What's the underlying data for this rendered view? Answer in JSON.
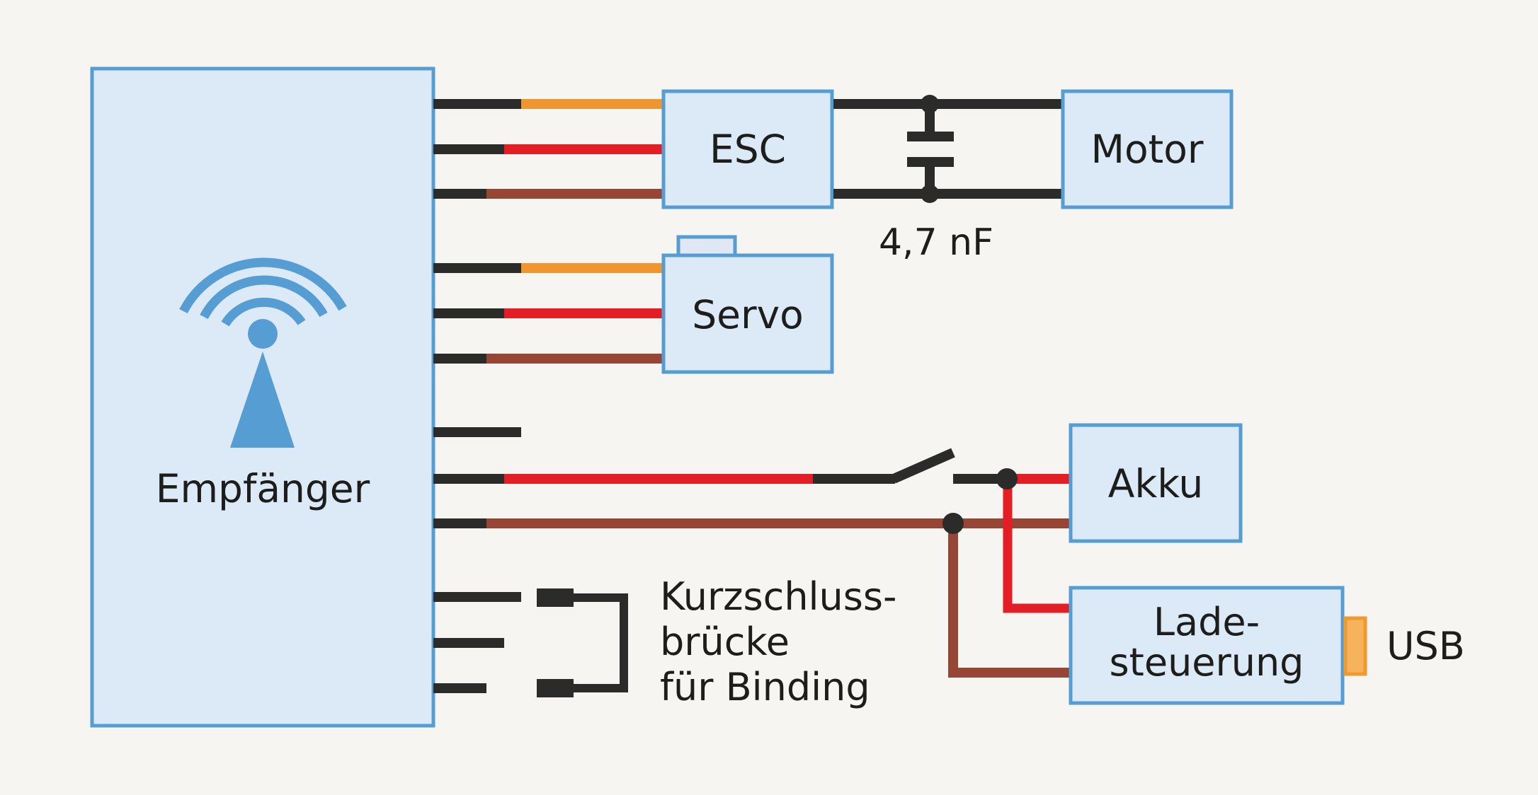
{
  "colors": {
    "background": "#f6f5f1",
    "box_fill": "#dceaf7",
    "box_stroke": "#559dd2",
    "wire_black": "#2b2b29",
    "wire_signal": "#f0962e",
    "wire_plus": "#e31e24",
    "wire_minus": "#974635",
    "usb_fill": "#f6b35c",
    "usb_stroke": "#f09a2e",
    "icon": "#559dd2",
    "text": "#1d1d1b"
  },
  "receiver": {
    "label": "Empfänger",
    "icon": "radio-antenna-icon"
  },
  "esc": {
    "label": "ESC"
  },
  "motor": {
    "label": "Motor"
  },
  "capacitor": {
    "label": "4,7 nF",
    "icon": "capacitor-icon"
  },
  "servo": {
    "label": "Servo"
  },
  "battery": {
    "label": "Akku"
  },
  "switch": {
    "icon": "switch-open-icon"
  },
  "charger": {
    "label_line1": "Lade-",
    "label_line2": "steuerung"
  },
  "usb": {
    "label": "USB"
  },
  "jumper": {
    "label_line1": "Kurzschluss-",
    "label_line2": "brücke",
    "label_line3": "für Binding"
  }
}
